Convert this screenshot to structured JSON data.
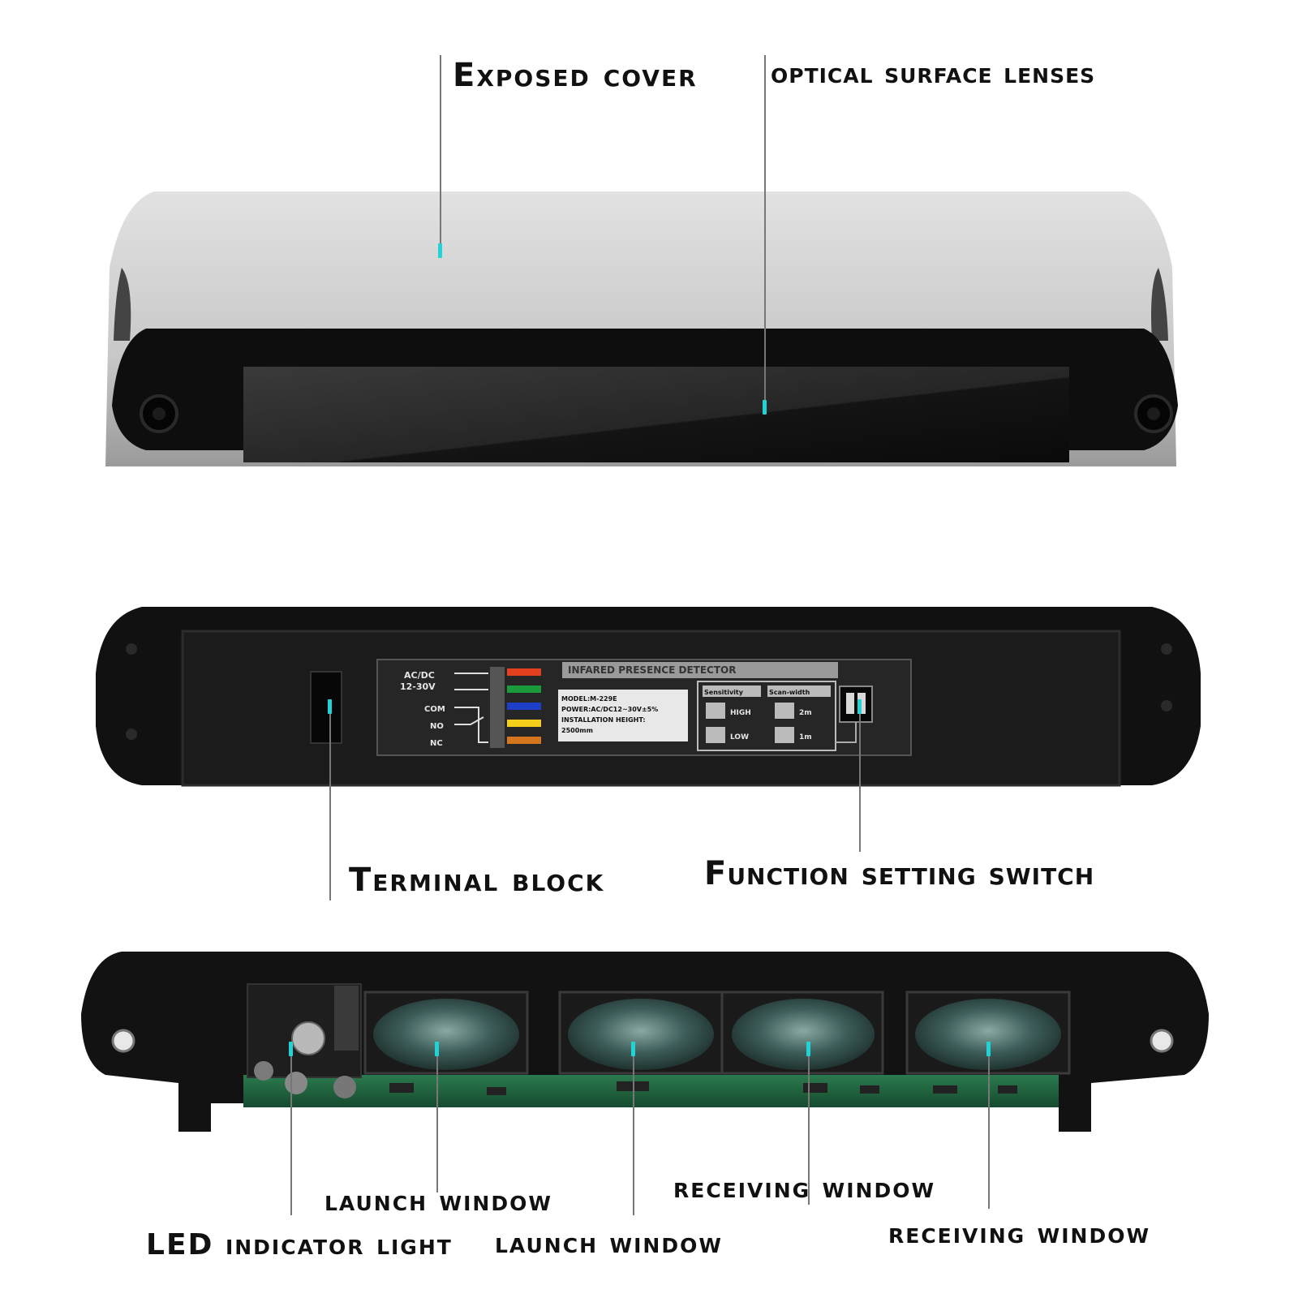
{
  "callouts": {
    "exposed_cover": "Exposed cover",
    "optical_surface_lenses": "optical surface lenses",
    "terminal_block": "Terminal block",
    "function_setting_switch": "Function setting switch",
    "launch_window_1": "launch window",
    "launch_window_2": "launch window",
    "receiving_window_1": "receiving window",
    "receiving_window_2": "receiving window",
    "led_indicator_light": "LED indicator light"
  },
  "device_label": {
    "title": "INFARED PRESENCE DETECTOR",
    "power_left_1": "AC/DC",
    "power_left_2": "12-30V",
    "com": "COM",
    "no": "NO",
    "nc": "NC",
    "model": "MODEL:M-229E",
    "power": "POWER:AC/DC12~30V±5%",
    "install": "INSTALLATION HEIGHT:",
    "install_value": "2500mm",
    "sensitivity": "Sensitivity",
    "scan_width": "Scan-width",
    "high": "HIGH",
    "low": "LOW",
    "two_m": "2m",
    "one_m": "1m"
  },
  "colors": {
    "accent_marker": "#22d3d6",
    "wire_red": "#e2401e",
    "wire_green": "#1a9a3a",
    "wire_blue": "#1e3fc8",
    "wire_yellow": "#f3cf1a",
    "wire_orange": "#d5761e"
  }
}
